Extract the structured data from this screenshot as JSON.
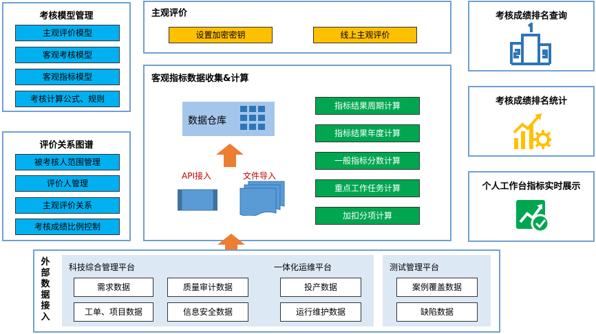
{
  "model_mgmt": {
    "title": "考核模型管理",
    "items": [
      "主观评价模型",
      "客观考核模型",
      "客观指标模型",
      "考核计算公式、规则"
    ]
  },
  "relation": {
    "title": "评价关系图谱",
    "items": [
      "被考核人范围管理",
      "评价人管理",
      "主观评价关系",
      "考核成绩比例控制"
    ]
  },
  "subjective": {
    "title": "主观评价",
    "buttons": [
      "设置加密密钥",
      "线上主观评价"
    ]
  },
  "objective": {
    "title": "客观指标数据收集&计算",
    "warehouse": "数据仓库",
    "api_label": "API接入",
    "file_label": "文件导入",
    "calcs": [
      "指标结果周期计算",
      "指标结果年度计算",
      "一般指标分数计算",
      "重点工作任务计算",
      "加扣分项计算"
    ]
  },
  "right": {
    "query": "考核成绩排名查询",
    "stats": "考核成绩排名统计",
    "workbench": "个人工作台指标实时展示"
  },
  "external": {
    "label": "外部数据接入",
    "groups": [
      {
        "title": "科技综合管理平台",
        "items": [
          "需求数据",
          "质量审计数据",
          "工单、项目数据",
          "信息安全数据"
        ]
      },
      {
        "title": "一体化运维平台",
        "items": [
          "投产数据",
          "运行维护数据"
        ]
      },
      {
        "title": "测试管理平台",
        "items": [
          "案例覆盖数据",
          "缺陷数据"
        ]
      }
    ]
  },
  "colors": {
    "panel_border": "#6f9fd2",
    "blue_button": "#00b0f0",
    "yellow_button": "#ffc000",
    "green_button": "#00a650",
    "arrow": "#ed7d31",
    "icon_blue": "#2e75b6",
    "icon_yellow": "#ffc000",
    "icon_green": "#00a650",
    "red_label": "#c00000",
    "group_bg": "#dde8f5",
    "warehouse_bg": "#a5c6eb"
  }
}
